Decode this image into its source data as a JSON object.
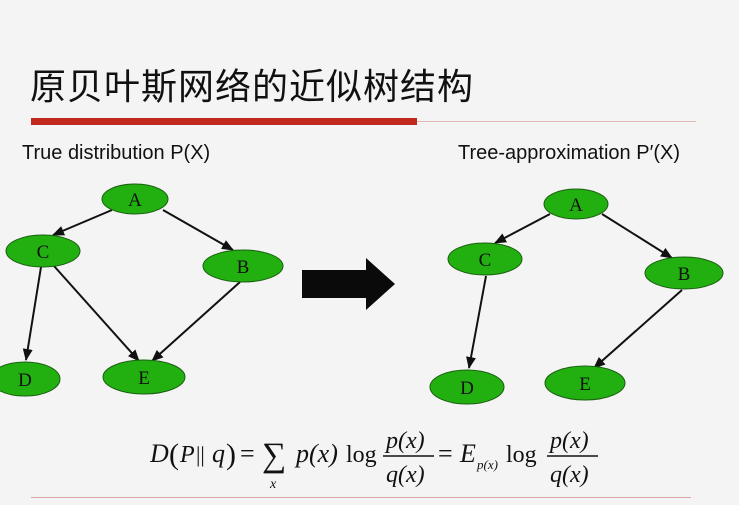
{
  "slide": {
    "title": "原贝叶斯网络的近似树结构",
    "left_caption": "True distribution P(X)",
    "right_caption": "Tree-approximation  P′(X)"
  },
  "colors": {
    "node_fill": "#22b011",
    "accent_red": "#c1281e",
    "arrow": "#111111"
  },
  "left_graph": {
    "nodes": [
      "A",
      "B",
      "C",
      "D",
      "E"
    ],
    "edges": [
      [
        "A",
        "C"
      ],
      [
        "A",
        "B"
      ],
      [
        "C",
        "D"
      ],
      [
        "C",
        "E"
      ],
      [
        "B",
        "E"
      ]
    ]
  },
  "right_graph": {
    "nodes": [
      "A",
      "B",
      "C",
      "D",
      "E"
    ],
    "edges": [
      [
        "A",
        "C"
      ],
      [
        "A",
        "B"
      ],
      [
        "C",
        "D"
      ],
      [
        "B",
        "E"
      ]
    ]
  },
  "formula": {
    "D": "D",
    "lparen": "(",
    "p": "P",
    "bars": "||",
    "q": "q",
    "rparen": ")",
    "eq": "=",
    "sum": "∑",
    "sum_sub": "x",
    "px": "p(x)",
    "log": "log",
    "num": "p(x)",
    "den": "q(x)",
    "E": "E",
    "E_sub": "p(x)",
    "log2": "log",
    "num2": "p(x)",
    "den2": "q(x)"
  }
}
